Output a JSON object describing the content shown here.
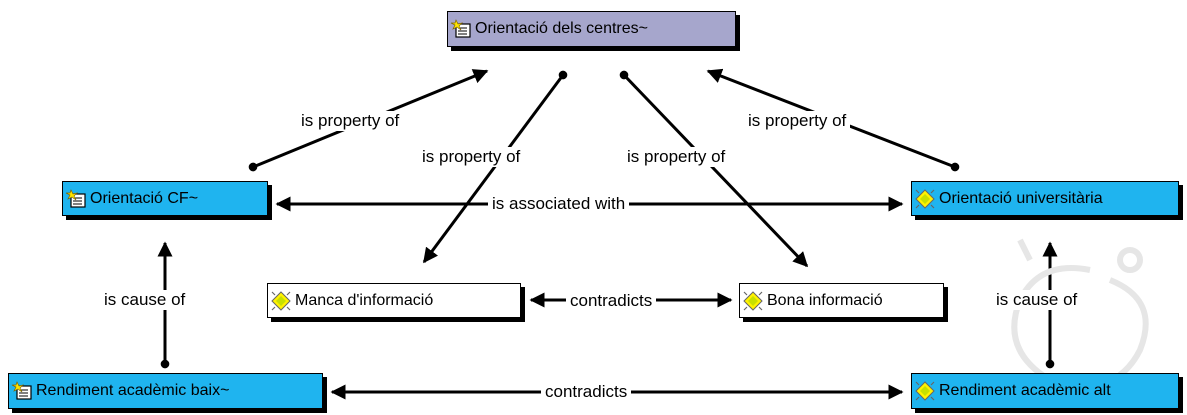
{
  "colors": {
    "purple_node": "#a6a6cc",
    "blue_node": "#1fb4ef",
    "white_node": "#ffffff",
    "edge": "#000000"
  },
  "nodes": {
    "centres": {
      "label": "Orientació dels centres~",
      "icon": "cluster-icon"
    },
    "cf": {
      "label": "Orientació CF~",
      "icon": "cluster-icon"
    },
    "univ": {
      "label": "Orientació universitària",
      "icon": "concept-icon"
    },
    "manca": {
      "label": "Manca d'informació",
      "icon": "concept-icon"
    },
    "bona": {
      "label": "Bona informació",
      "icon": "concept-icon"
    },
    "baix": {
      "label": "Rendiment acadèmic baix~",
      "icon": "cluster-icon"
    },
    "alt": {
      "label": "Rendiment acadèmic alt",
      "icon": "concept-icon"
    }
  },
  "edges": {
    "cf_centres": "is property of",
    "centres_manca": "is property of",
    "centres_bona": "is property of",
    "univ_centres": "is property of",
    "cf_univ": "is associated with",
    "manca_bona": "contradicts",
    "baix_cf": "is cause of",
    "alt_univ": "is cause of",
    "baix_alt": "contradicts"
  }
}
